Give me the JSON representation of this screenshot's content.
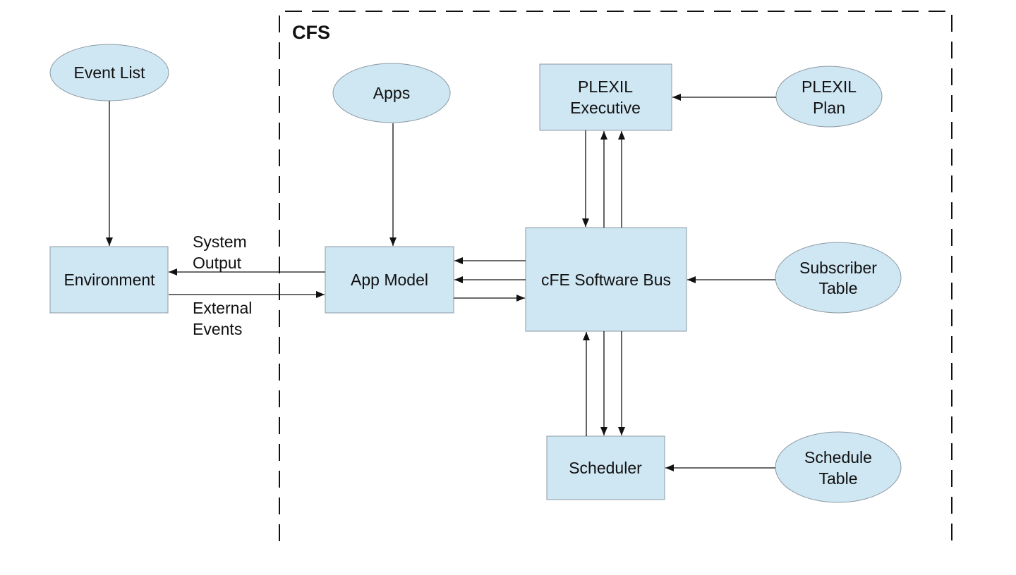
{
  "diagram": {
    "region": {
      "label": "CFS"
    },
    "nodes": {
      "event_list": "Event List",
      "environment": "Environment",
      "apps": "Apps",
      "app_model": "App Model",
      "plexil_executive": [
        "PLEXIL",
        "Executive"
      ],
      "plexil_plan": [
        "PLEXIL",
        "Plan"
      ],
      "software_bus": "cFE Software Bus",
      "subscriber_table": [
        "Subscriber",
        "Table"
      ],
      "scheduler": "Scheduler",
      "schedule_table": [
        "Schedule",
        "Table"
      ]
    },
    "edge_labels": {
      "system_output": [
        "System",
        "Output"
      ],
      "external_events": [
        "External",
        "Events"
      ]
    }
  }
}
